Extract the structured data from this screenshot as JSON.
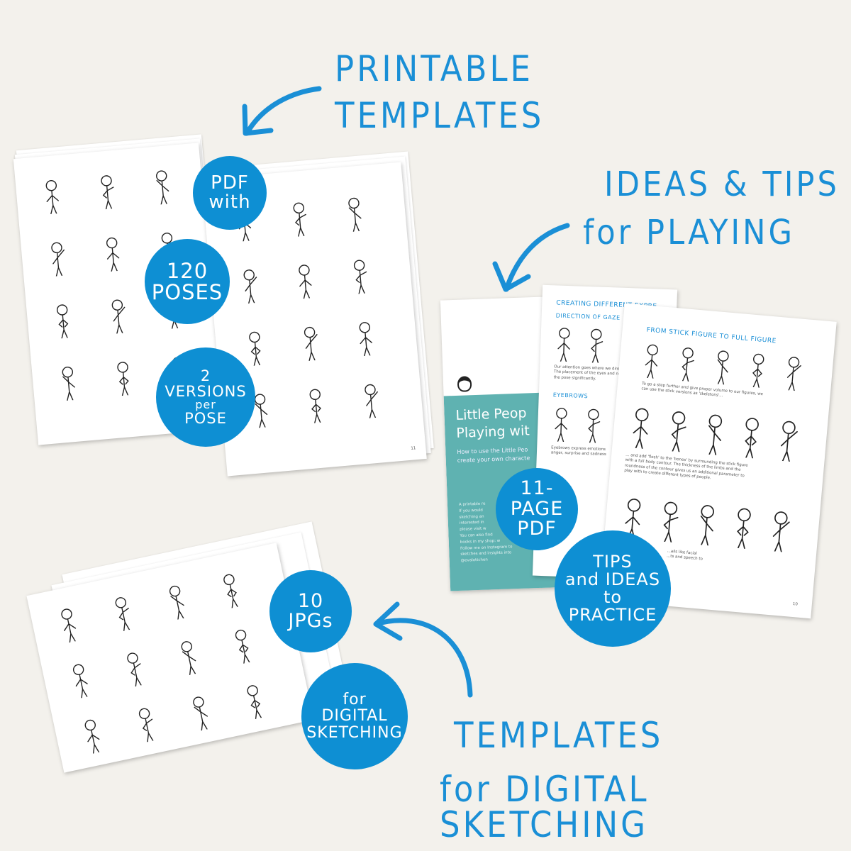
{
  "headings": {
    "printable": [
      "PRINTABLE",
      "TEMPLATES"
    ],
    "ideas": [
      "IDEAS & TIPS",
      "for PLAYING"
    ],
    "digital": [
      "TEMPLATES",
      "for DIGITAL SKETCHING"
    ]
  },
  "badges": {
    "pdf_with": [
      "PDF",
      "with"
    ],
    "poses": [
      "120",
      "POSES"
    ],
    "versions": [
      "2",
      "VERSIONS",
      "per",
      "POSE"
    ],
    "page_pdf": [
      "11-",
      "PAGE",
      "PDF"
    ],
    "tips": [
      "TIPS",
      "and IDEAS",
      "to",
      "PRACTICE"
    ],
    "jpgs": [
      "10",
      "JPGs"
    ],
    "digital": [
      "for",
      "DIGITAL",
      "SKETCHING"
    ]
  },
  "cover_page": {
    "title": [
      "Little Peop",
      "Playing wit"
    ],
    "subtitle": [
      "How to use the Little Peo",
      "create your own characte"
    ],
    "body": [
      "A printable re",
      "If you would",
      "sketching an",
      "interested in",
      "please visit w",
      "You can also find",
      "books in my shop: w",
      "Follow me on Instagram to",
      "sketches and insights into",
      "@evalottchen"
    ]
  },
  "expressions_page": {
    "title": "CREATING DIFFERENT EXPRE",
    "section1": "DIRECTION OF GAZE",
    "text1": [
      "Our attention goes where we direct o",
      "The placement of the eyes and nose",
      "the pose significantly."
    ],
    "section2": "EYEBROWS",
    "text2": [
      "Eyebrows express emotions",
      "anger, surprise and sadness"
    ]
  },
  "figure_page": {
    "title": "FROM STICK FIGURE TO FULL FIGURE",
    "text1": [
      "To go a step further and give proper volume to our figures, we",
      "can use the stick versions as 'skeletons'..."
    ],
    "text2": [
      "... and add 'flesh' to the 'bones' by surrounding the stick figure",
      "with a full body contour. The thickness of the limbs and the",
      "roundness of the contour gives us an additional parameter to",
      "play with to create different types of people."
    ],
    "text3": [
      "...ails like facial",
      "...ts and speech to"
    ],
    "page_number": "10"
  },
  "template_page": {
    "page_number": "11"
  },
  "colors": {
    "background": "#f3f1ec",
    "accent": "#0e8fd3",
    "teal": "#5fb2b1"
  }
}
